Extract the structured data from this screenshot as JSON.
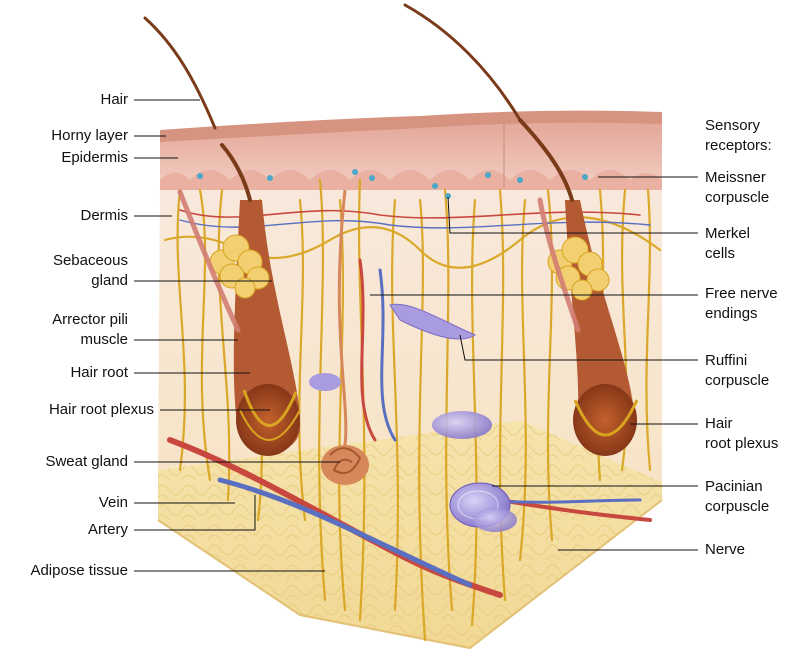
{
  "labels": {
    "hair": "Hair",
    "horny_layer": "Horny layer",
    "epidermis": "Epidermis",
    "dermis": "Dermis",
    "sebaceous_gland_1": "Sebaceous",
    "sebaceous_gland_2": "gland",
    "arrector_pili_1": "Arrector pili",
    "arrector_pili_2": "muscle",
    "hair_root": "Hair root",
    "hair_root_plexus_left": "Hair root plexus",
    "sweat_gland": "Sweat gland",
    "vein": "Vein",
    "artery": "Artery",
    "adipose_tissue": "Adipose tissue",
    "sensory_receptors_1": "Sensory",
    "sensory_receptors_2": "receptors:",
    "meissner_1": "Meissner",
    "meissner_2": "corpuscle",
    "merkel_1": "Merkel",
    "merkel_2": "cells",
    "free_nerve_1": "Free nerve",
    "free_nerve_2": "endings",
    "ruffini_1": "Ruffini",
    "ruffini_2": "corpuscle",
    "hair_root_plexus_right_1": "Hair",
    "hair_root_plexus_right_2": "root plexus",
    "pacinian_1": "Pacinian",
    "pacinian_2": "corpuscle",
    "nerve": "Nerve"
  },
  "colors": {
    "epidermis": "#e9b5ab",
    "horny_layer": "#d99a88",
    "dermis": "#f4dcc6",
    "adipose": "#f3dfa2",
    "nerve": "#d9a521",
    "artery": "#c8473e",
    "vein": "#5a6fc0",
    "hair_follicle": "#8a3a1c",
    "sebaceous": "#f2cf70",
    "corpuscle": "#8f7fd0",
    "leader_line": "#111111"
  }
}
